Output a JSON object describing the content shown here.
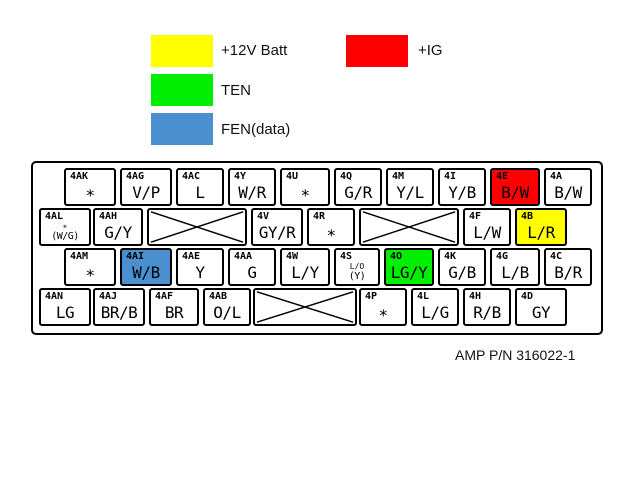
{
  "legend": [
    {
      "label": "+12V Batt",
      "color": "#ffff00"
    },
    {
      "label": "+IG",
      "color": "#ff0000"
    },
    {
      "label": "TEN",
      "color": "#00ee00"
    },
    {
      "label": "FEN(data)",
      "color": "#4a8fd0"
    }
  ],
  "connector": {
    "part_number": "AMP P/N 316022-1",
    "rows": [
      [
        {
          "id": "4AK",
          "wire": "∗"
        },
        {
          "id": "4AG",
          "wire": "V/P"
        },
        {
          "id": "4AC",
          "wire": "L"
        },
        {
          "id": "4Y",
          "wire": "W/R"
        },
        {
          "id": "4U",
          "wire": "∗"
        },
        {
          "id": "4Q",
          "wire": "G/R"
        },
        {
          "id": "4M",
          "wire": "Y/L"
        },
        {
          "id": "4I",
          "wire": "Y/B"
        },
        {
          "id": "4E",
          "wire": "B/W",
          "highlight": "+IG"
        },
        {
          "id": "4A",
          "wire": "B/W"
        }
      ],
      [
        {
          "id": "4AL",
          "mid": "∗",
          "wire": "(W/G)"
        },
        {
          "id": "4AH",
          "wire": "G/Y"
        },
        {
          "blank": true
        },
        {
          "id": "4V",
          "wire": "GY/R"
        },
        {
          "id": "4R",
          "wire": "∗"
        },
        {
          "blank": true
        },
        {
          "id": "4F",
          "wire": "L/W"
        },
        {
          "id": "4B",
          "wire": "L/R",
          "highlight": "+12V Batt"
        }
      ],
      [
        {
          "id": "4AM",
          "wire": "∗"
        },
        {
          "id": "4AI",
          "wire": "W/B",
          "highlight": "FEN(data)"
        },
        {
          "id": "4AE",
          "wire": "Y"
        },
        {
          "id": "4AA",
          "wire": "G"
        },
        {
          "id": "4W",
          "wire": "L/Y"
        },
        {
          "id": "4S",
          "mid": "L/O",
          "wire": "(Y)"
        },
        {
          "id": "4O",
          "wire": "LG/Y",
          "highlight": "TEN"
        },
        {
          "id": "4K",
          "wire": "G/B"
        },
        {
          "id": "4G",
          "wire": "L/B"
        },
        {
          "id": "4C",
          "wire": "B/R"
        }
      ],
      [
        {
          "id": "4AN",
          "wire": "LG"
        },
        {
          "id": "4AJ",
          "wire": "BR/B"
        },
        {
          "id": "4AF",
          "wire": "BR"
        },
        {
          "id": "4AB",
          "wire": "O/L"
        },
        {
          "blank": true
        },
        {
          "id": "4P",
          "wire": "∗"
        },
        {
          "id": "4L",
          "wire": "L/G"
        },
        {
          "id": "4H",
          "wire": "R/B"
        },
        {
          "id": "4D",
          "wire": "GY"
        }
      ]
    ]
  }
}
